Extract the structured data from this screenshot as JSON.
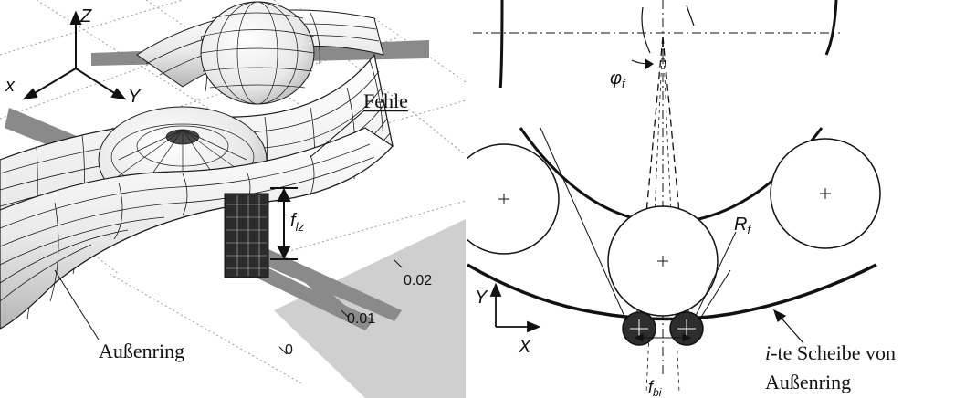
{
  "left_panel": {
    "axis_z": "Z",
    "axis_y": "Y",
    "axis_x": "x",
    "label_defect": "Fehle",
    "label_flz_main": "f",
    "label_flz_sub": "lz",
    "label_outer_ring": "Außenring",
    "tick_002": "0.02",
    "tick_001": "0.01",
    "tick_0": "0"
  },
  "right_panel": {
    "angle_main": "φ",
    "angle_sub": "f",
    "radius_main": "R",
    "radius_sub": "f",
    "axis_y": "Y",
    "axis_x": "X",
    "fbi_main": "f",
    "fbi_sub": "bi",
    "caption_line1_italic": "i",
    "caption_line1_rest": "-te Scheibe von",
    "caption_line2": "Außenring"
  },
  "colors": {
    "line": "#111111",
    "mesh": "#1a1a1a",
    "shadow": "#8a8a8a",
    "floor": "#cfcfcf",
    "grid": "#9a9a9a",
    "ball_dark": "#2e2e2e"
  }
}
